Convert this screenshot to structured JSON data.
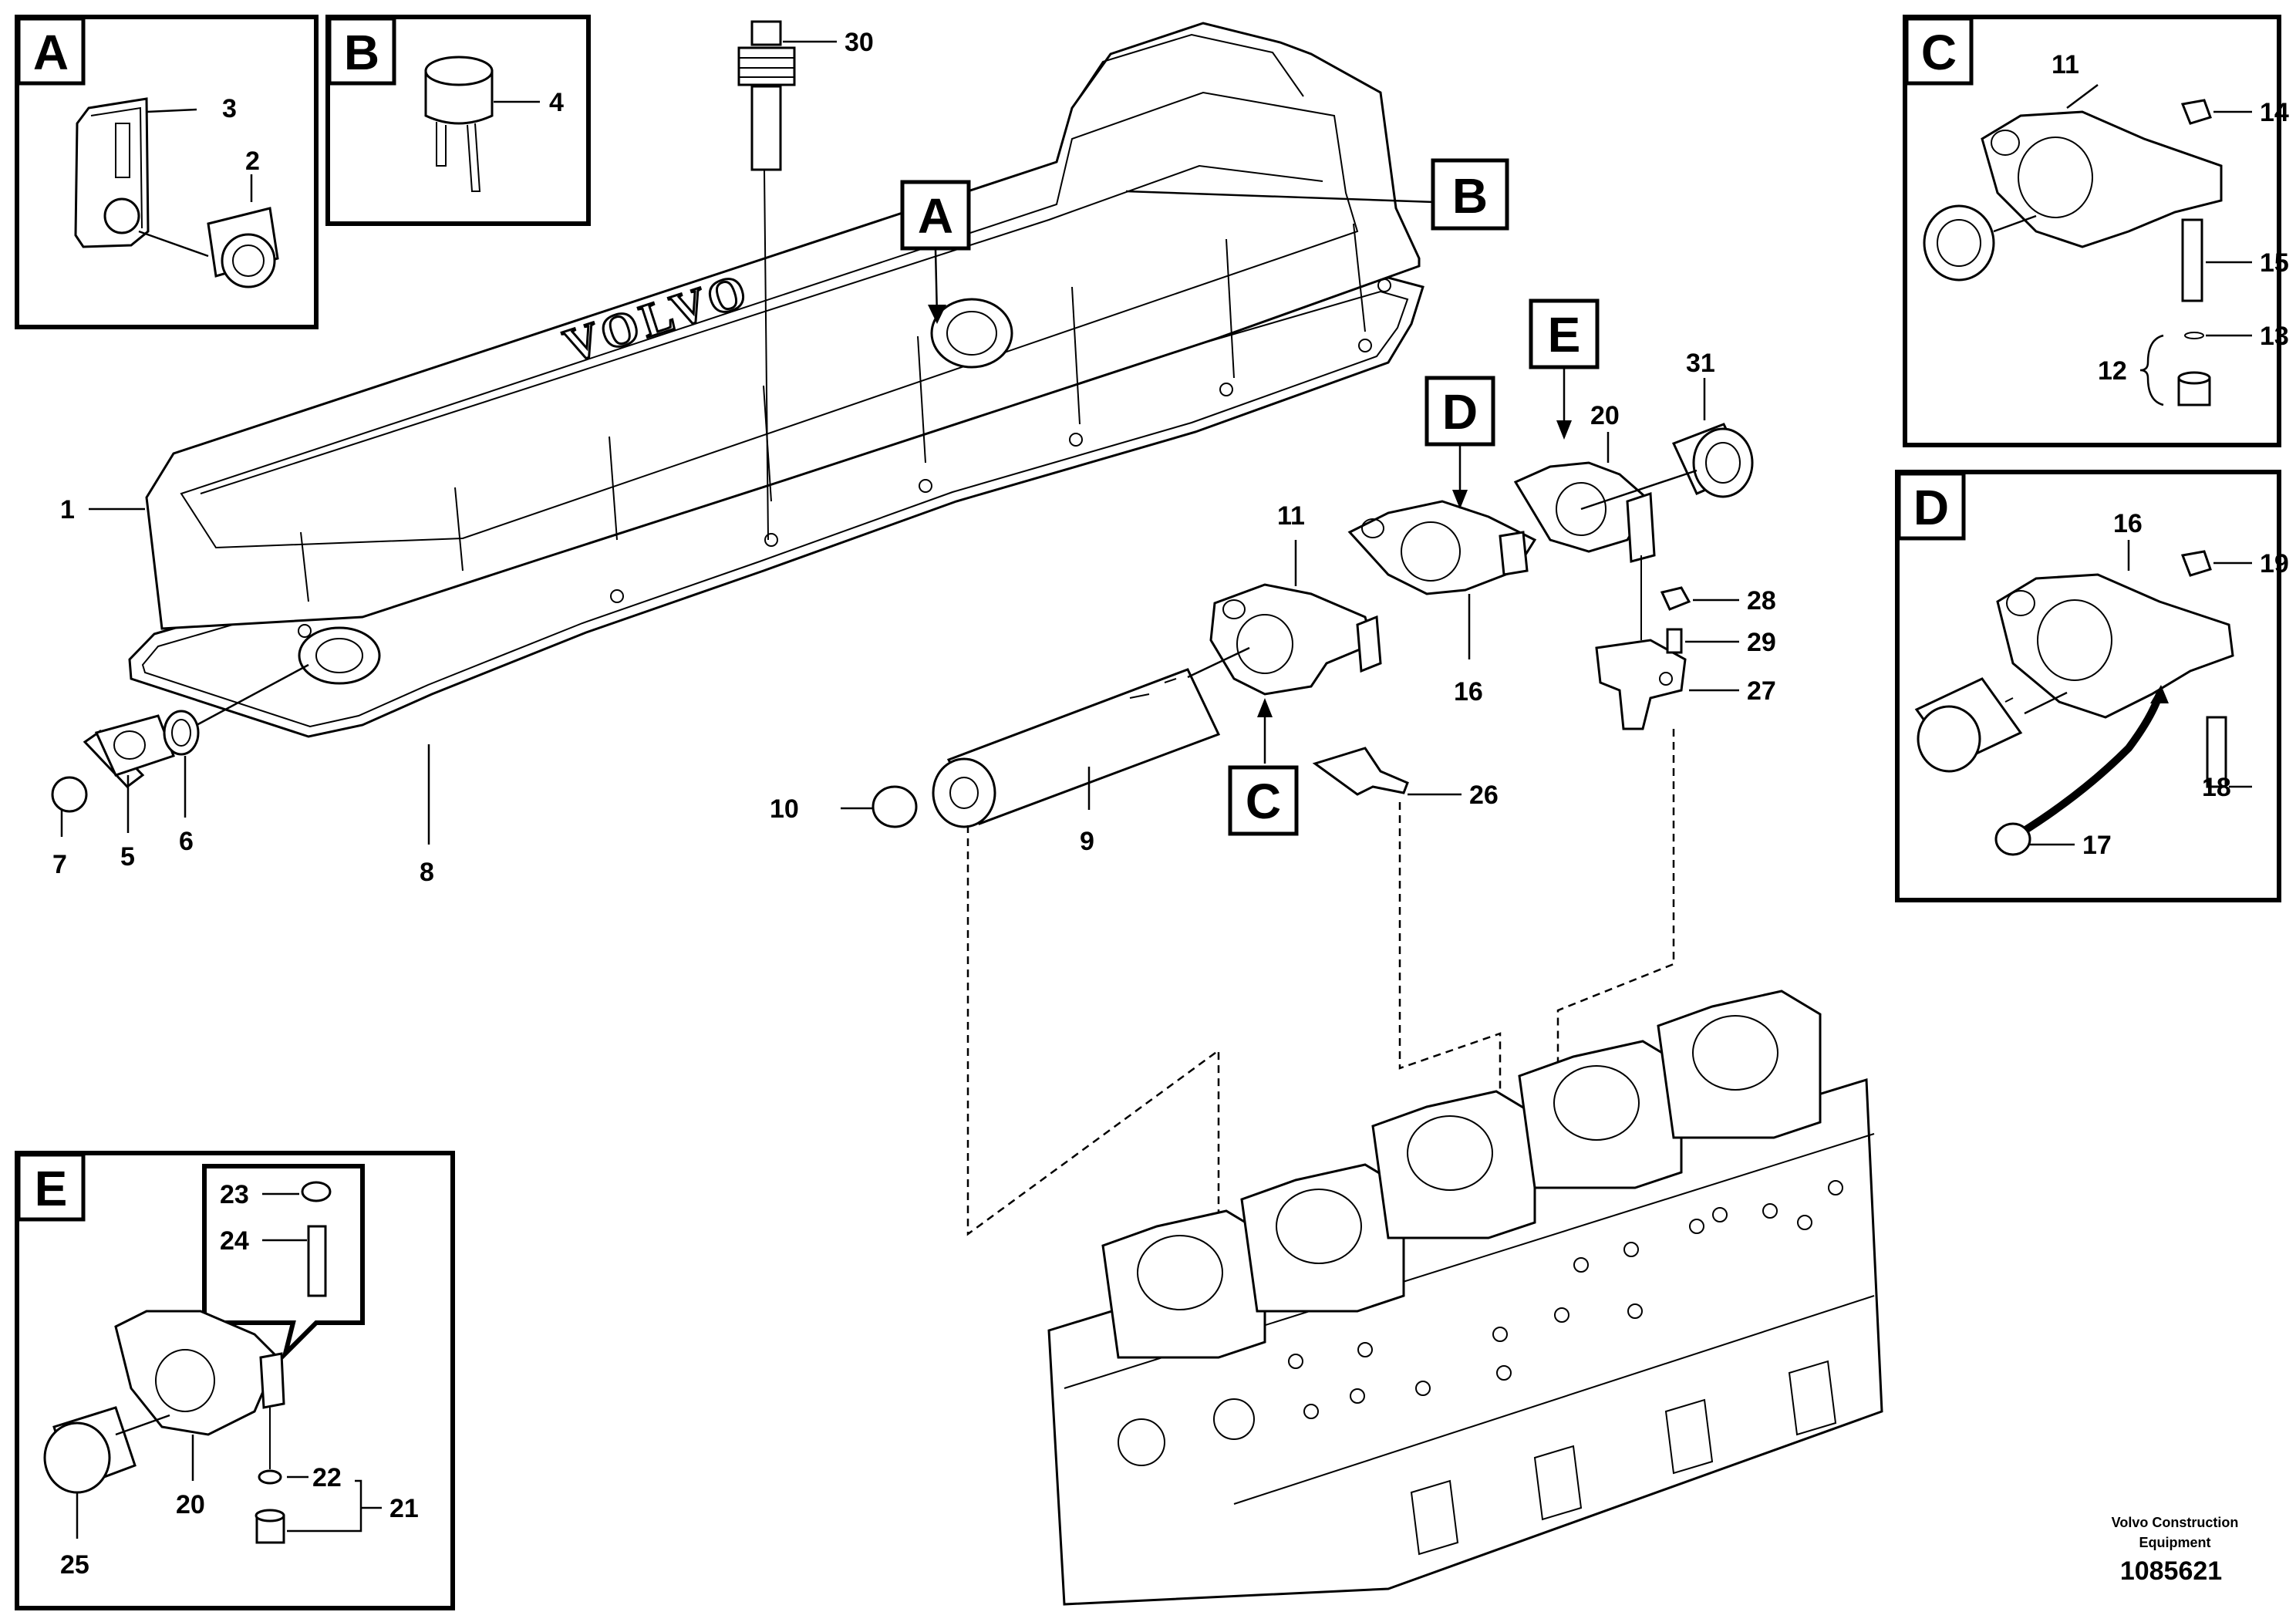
{
  "diagram": {
    "callouts": {
      "c1": "1",
      "c2": "2",
      "c3": "3",
      "c4": "4",
      "c5": "5",
      "c6": "6",
      "c7": "7",
      "c8": "8",
      "c9": "9",
      "c10": "10",
      "c11a": "11",
      "c11b": "11",
      "c12": "12",
      "c13": "13",
      "c14": "14",
      "c15": "15",
      "c16a": "16",
      "c16b": "16",
      "c17": "17",
      "c18": "18",
      "c19": "19",
      "c20a": "20",
      "c20b": "20",
      "c21": "21",
      "c22": "22",
      "c23": "23",
      "c24": "24",
      "c25": "25",
      "c26": "26",
      "c27": "27",
      "c28": "28",
      "c29": "29",
      "c30": "30",
      "c31": "31"
    },
    "detail_labels": {
      "A": "A",
      "B": "B",
      "C": "C",
      "D": "D",
      "E": "E"
    },
    "cover_logo": "VOLVO",
    "credit_line1": "Volvo Construction",
    "credit_line2": "Equipment",
    "document_number": "1085621"
  }
}
